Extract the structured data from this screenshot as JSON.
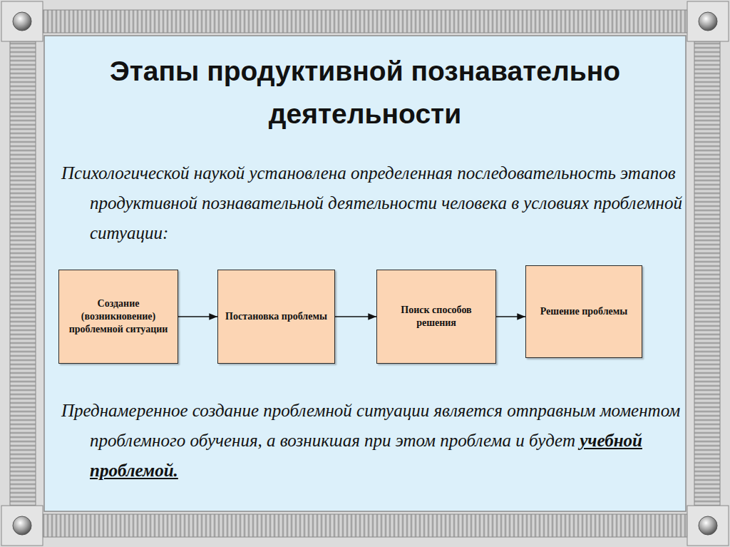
{
  "diagram": {
    "title": "Этапы продуктивной познавательно деятельности",
    "nodes": [
      {
        "text": [
          "Создание (возникновение) проблемной ситуации"
        ]
      },
      {
        "text": [
          "Постановка проблемы"
        ]
      },
      {
        "text": [
          "Поиск способов решения"
        ]
      },
      {
        "text": [
          "Решение проблемы"
        ]
      }
    ],
    "edges": [
      {
        "from": 0,
        "to": 1,
        "arrow": "to"
      },
      {
        "from": 1,
        "to": 2,
        "arrow": "to"
      },
      {
        "from": 2,
        "to": 3,
        "arrow": "to"
      }
    ],
    "labels": [
      "Психологической наукой установлена определенная последовательность этапов продуктивной познавательной деятельности человека в условиях проблемной ситуации:",
      "Преднамеренное создание проблемной ситуации является отправным моментом проблемного обучения, а возникшая при этом проблема и будет",
      "учебной проблемой."
    ]
  }
}
